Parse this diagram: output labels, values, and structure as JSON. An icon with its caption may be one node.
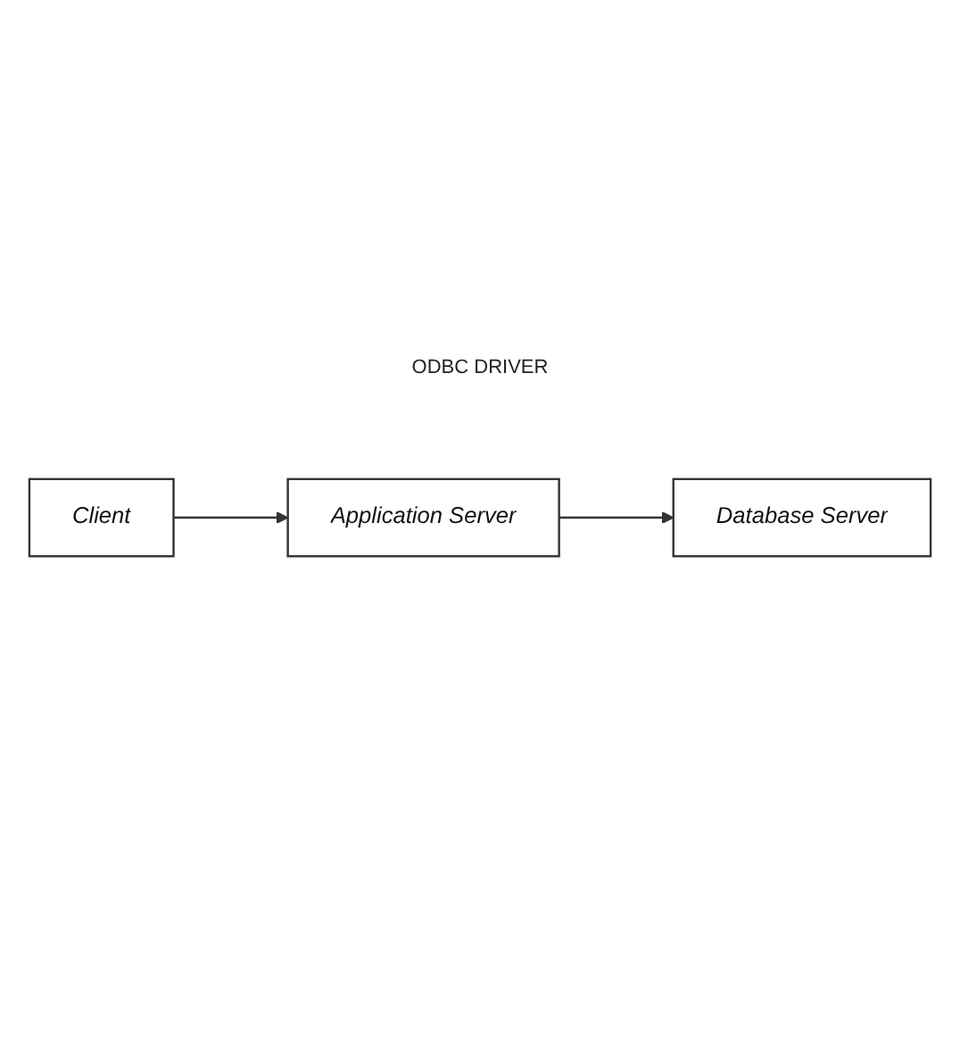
{
  "diagram": {
    "nodes": [
      {
        "text": [
          "Application Server"
        ]
      },
      {
        "text": [
          "Client"
        ]
      },
      {
        "text": [
          "Database Server"
        ]
      }
    ],
    "edges": [
      {
        "from": 1,
        "to": 0,
        "arrow": "to"
      },
      {
        "from": 0,
        "to": 2,
        "arrow": "to"
      }
    ],
    "labels": [
      "ODBC DRIVER"
    ]
  }
}
